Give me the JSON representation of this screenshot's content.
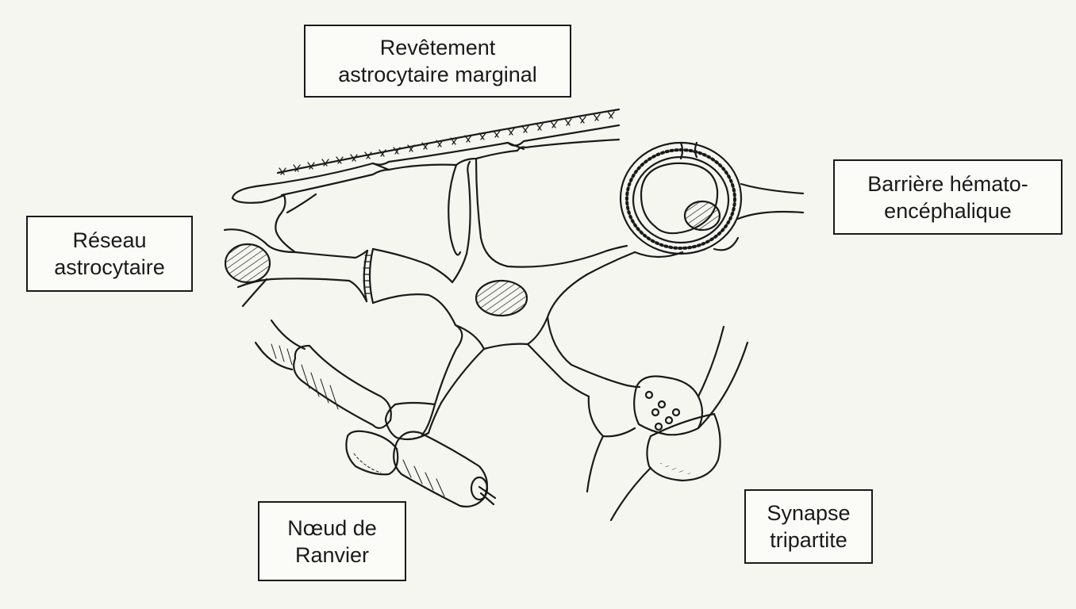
{
  "labels": {
    "marginal": {
      "line1": "Revêtement",
      "line2": "astrocytaire marginal"
    },
    "reseau": {
      "line1": "Réseau",
      "line2": "astrocytaire"
    },
    "barriere": {
      "line1": "Barrière hémato-",
      "line2": "encéphalique"
    },
    "ranvier": {
      "line1": "Nœud de",
      "line2": "Ranvier"
    },
    "synapse": {
      "line1": "Synapse",
      "line2": "tripartite"
    }
  }
}
